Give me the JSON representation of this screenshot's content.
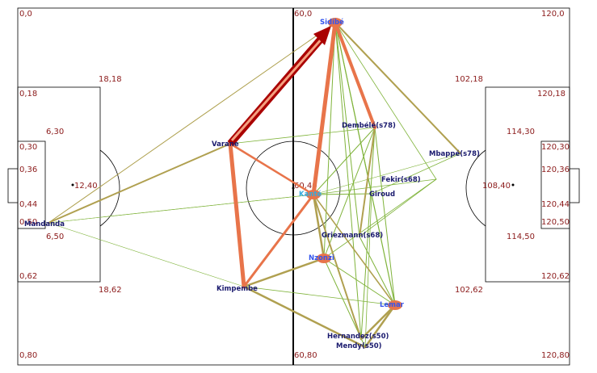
{
  "coords": {
    "tl": "0,0",
    "tc": "60,0",
    "tr": "120,0",
    "l018": "0,18",
    "box_l_top": "18,18",
    "box_r_top": "102,18",
    "r018": "120,18",
    "l030": "0,30",
    "six_l_top": "6,30",
    "six_r_top": "114,30",
    "r030": "120,30",
    "l036": "0,36",
    "r036": "120,36",
    "pen_l": "12,40",
    "center": "60,40",
    "pen_r": "108,40",
    "l044": "0,44",
    "r044": "120,44",
    "l050": "0,50",
    "six_l_bot": "6,50",
    "six_r_bot": "114,50",
    "r050": "120,50",
    "l062": "0,62",
    "r062": "120,62",
    "box_l_bot": "18,62",
    "box_r_bot": "102,62",
    "bl": "0,80",
    "bc": "60,80",
    "br": "120,80"
  },
  "players": {
    "sidibe": "Sidibé",
    "varane": "Varane",
    "dembele": "Dembélé(s78)",
    "mbappe": "Mbappé(s78)",
    "fekir": "Fekir(s68)",
    "kante": "Kanté",
    "giroud": "Giroud",
    "mandanda": "Mandanda",
    "griezmann": "Griezmann(s68)",
    "nzonzi": "Nzonzi",
    "kimpembe": "Kimpembe",
    "lemar": "Lemar",
    "hernandez": "Hernandez(s50)",
    "mendy": "Mendy(s50)"
  },
  "colors": {
    "coord_text": "#8b1a1a",
    "player_text": "#1a1a6e",
    "highlight_text": "#3355ee",
    "thin_edge": "#7fb33a",
    "mid_edge": "#b0a050",
    "strong_edge": "#e8744a",
    "strongest_edge": "#aa0000",
    "node_fill": "#e8744a"
  }
}
